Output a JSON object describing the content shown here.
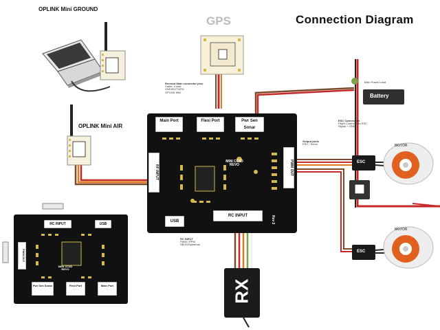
{
  "title": "Connection Diagram",
  "gps": {
    "label": "GPS"
  },
  "oplink_ground": {
    "label": "OPLINK Mini GROUND"
  },
  "oplink_air": {
    "label": "OPLINK Mini AIR"
  },
  "gps_note": {
    "heading": "Revised Main connector pins",
    "lines": [
      "Cable: 4 wire",
      "GND/5V/TX/RX",
      "OPLINK Mini"
    ]
  },
  "revo_main": {
    "ports": {
      "main": "Main Port",
      "flexi": "Flexi Port",
      "pwr_sonar": "Pwr Sen Sonar",
      "rf_input": "RF INPUT",
      "pwm_out": "PWM OUT",
      "usb": "USB",
      "rc_input": "RC INPUT",
      "rev": "Rev 2"
    },
    "chip_label": "MINI CC3D REVO"
  },
  "revo_small": {
    "ports": {
      "rc_input": "RC INPUT",
      "usb": "USB",
      "pwm_out": "PWM OUT",
      "pwr_sonar": "Pwr Sen Sonar",
      "flexi": "Flexi Port",
      "main": "Main Port"
    },
    "chip_label": "MINI CC3D REVO"
  },
  "battery": {
    "label": "Battery",
    "note": "Main Power Lead"
  },
  "esc_note": {
    "heading": "ESC Connection",
    "lines": [
      "Flight Controller to ESC",
      "Signal + GND"
    ]
  },
  "pwm_note": {
    "heading": "Output ports",
    "lines": [
      "ESC / Servo"
    ]
  },
  "rc_note": {
    "heading": "RC INPUT",
    "lines": [
      "PWM / PPM",
      "SBUS/Spektrum"
    ]
  },
  "rx": {
    "label": "RX"
  },
  "esc_label": "ESC",
  "motor_label": "MOTOR",
  "colors": {
    "board": "#111111",
    "pin": "#d4b84a",
    "wire_red": "#c62828",
    "wire_brown": "#7a4b2b",
    "wire_orange": "#e07a1f",
    "wire_green": "#7aa24a",
    "motor": "#e2601f",
    "text": "#111111"
  }
}
